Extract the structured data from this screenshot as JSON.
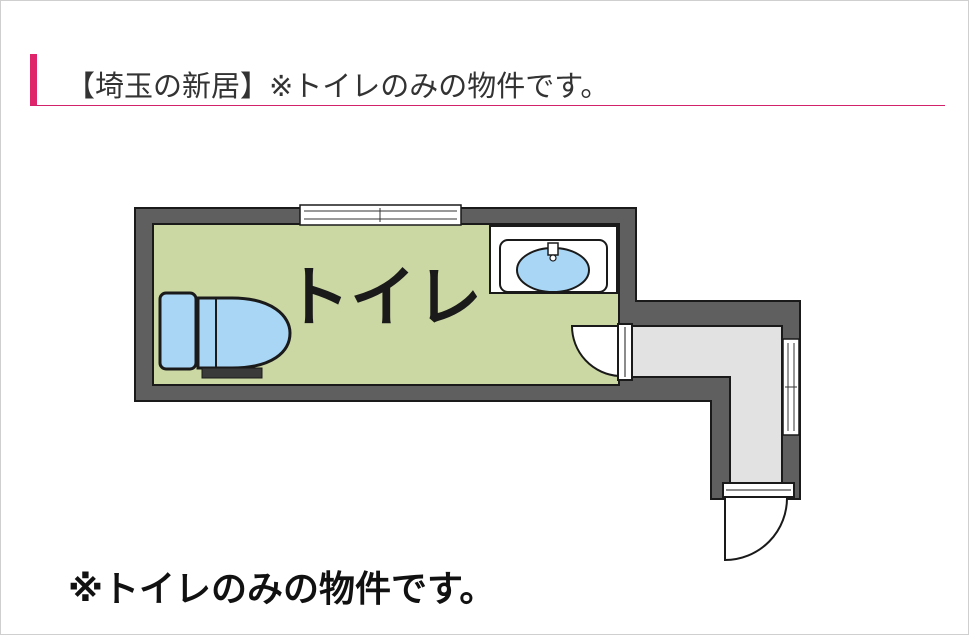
{
  "heading": {
    "title": "【埼玉の新居】※トイレのみの物件です。"
  },
  "floorplan": {
    "room_label": "トイレ"
  },
  "note": {
    "text": "※トイレのみの物件です。"
  },
  "colors": {
    "accent": "#e0246b",
    "wall": "#5f5f5f",
    "toilet_floor": "#cbd8a3",
    "corridor_floor": "#e2e2e2",
    "fixture_blue": "#a9d6f5"
  }
}
